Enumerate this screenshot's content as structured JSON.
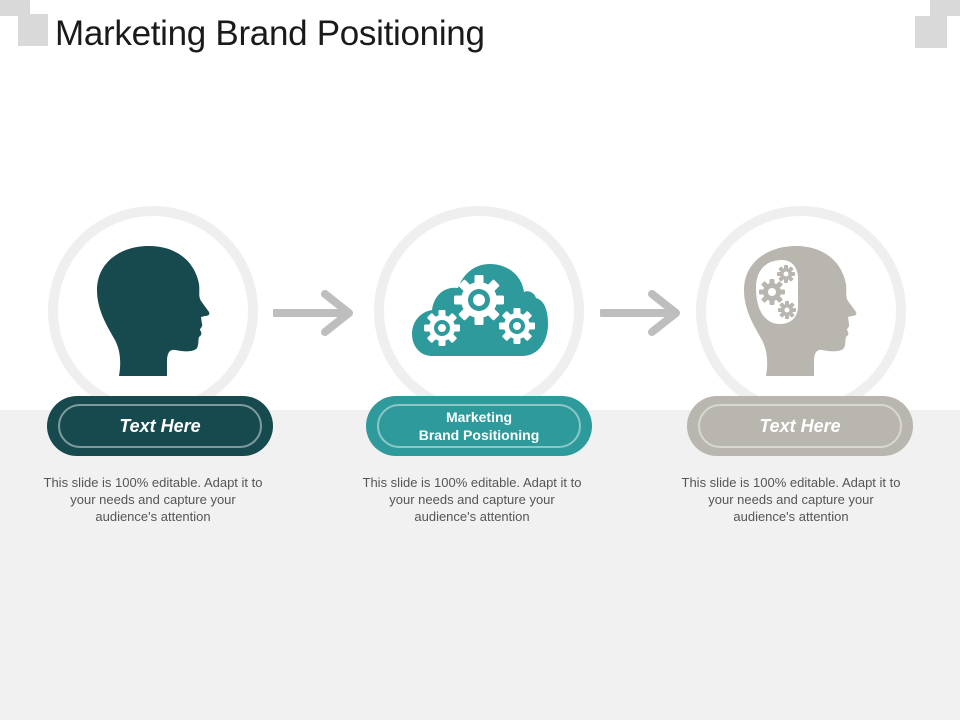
{
  "slide": {
    "title": "Marketing Brand Positioning"
  },
  "colors": {
    "dark_teal": "#174a4e",
    "teal": "#2e9a9c",
    "gray": "#b8b6ae",
    "ring": "#efefef",
    "band": "#f1f1f1"
  },
  "steps": [
    {
      "icon": "head-silhouette-icon",
      "label": "Text Here",
      "description": "This slide is 100% editable. Adapt it to your needs and capture your audience's attention"
    },
    {
      "icon": "cloud-gears-icon",
      "label_line1": "Marketing",
      "label_line2": "Brand Positioning",
      "description": "This slide is 100% editable. Adapt it to your needs and capture your audience's attention"
    },
    {
      "icon": "head-gears-icon",
      "label": "Text Here",
      "description": "This slide is 100% editable. Adapt it to your needs and capture your audience's attention"
    }
  ]
}
